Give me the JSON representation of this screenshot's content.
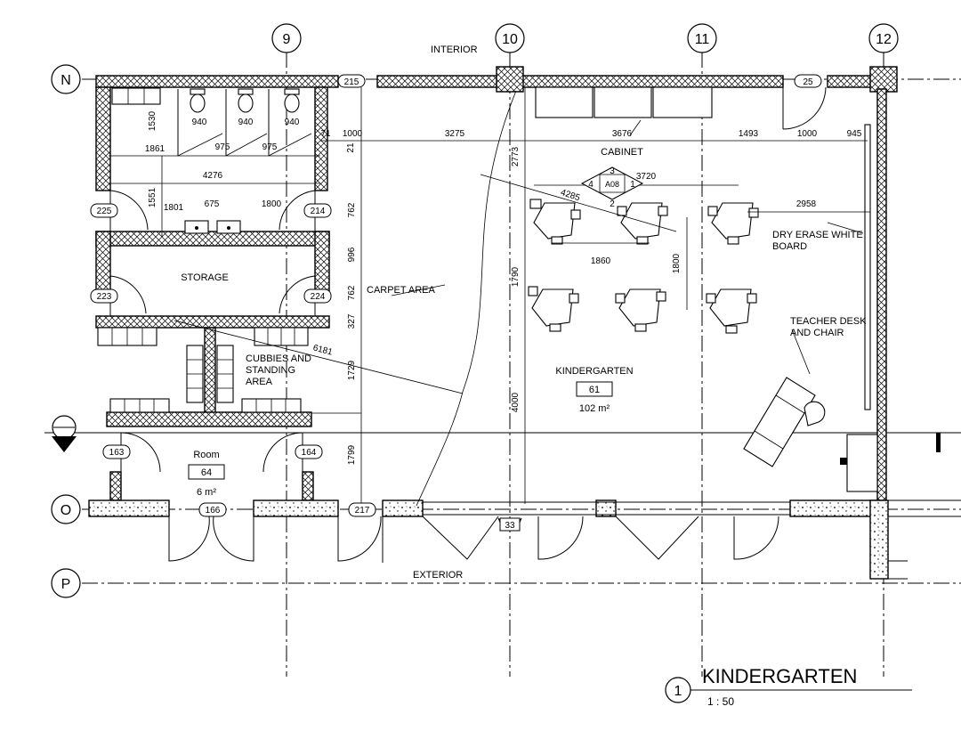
{
  "grid_labels": {
    "g9": "9",
    "g10": "10",
    "g11": "11",
    "g12": "12",
    "gN": "N",
    "gO": "O",
    "gP": "P"
  },
  "labels": {
    "interior": "INTERIOR",
    "exterior": "EXTERIOR",
    "cabinet": "CABINET",
    "storage": "STORAGE",
    "carpet": "CARPET AREA",
    "cubbies_1": "CUBBIES AND",
    "cubbies_2": "STANDING",
    "cubbies_3": "AREA",
    "whiteboard_1": "DRY ERASE WHITE",
    "whiteboard_2": "BOARD",
    "teacher_1": "TEACHER DESK",
    "teacher_2": "AND CHAIR"
  },
  "rooms": {
    "kindergarten": {
      "name": "KINDERGARTEN",
      "number": "61",
      "area": "102 m²"
    },
    "room": {
      "name": "Room",
      "number": "64",
      "area": "6 m²"
    }
  },
  "door_tags": {
    "d215": "215",
    "d25": "25",
    "d225": "225",
    "d214": "214",
    "d223": "223",
    "d224": "224",
    "d163": "163",
    "d164": "164",
    "d166": "166",
    "d217": "217",
    "d33": "33"
  },
  "dimensions": {
    "d940a": "940",
    "d940b": "940",
    "d940c": "940",
    "d1530": "1530",
    "d1861": "1861",
    "d975a": "975",
    "d975b": "975",
    "d71": "71",
    "d1000a": "1000",
    "d21": "21",
    "d3275": "3275",
    "d3676": "3676",
    "d1493": "1493",
    "d1000b": "1000",
    "d945": "945",
    "d4276": "4276",
    "d2773": "2773",
    "d3720": "3720",
    "d4285": "4285",
    "d2958": "2958",
    "d1551": "1551",
    "d1801": "1801",
    "d675": "675",
    "d1800a": "1800",
    "d762a": "762",
    "d996": "996",
    "d1790": "1790",
    "d1860": "1860",
    "d1800b": "1800",
    "d762b": "762",
    "d327": "327",
    "d6181": "6181",
    "d1729": "1729",
    "d4000": "4000",
    "d1799": "1799"
  },
  "table_tag": {
    "top": "3",
    "left": "4",
    "center": "A08",
    "right": "1",
    "bottom": "2"
  },
  "drawing_title": {
    "number": "1",
    "name": "KINDERGARTEN",
    "scale": "1 : 50"
  }
}
